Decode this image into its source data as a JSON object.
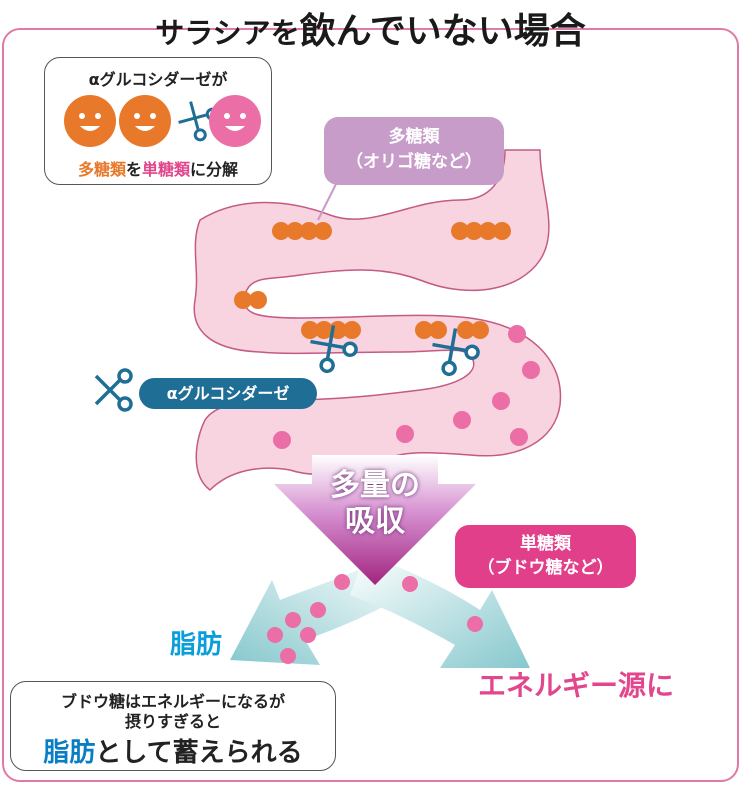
{
  "title": {
    "part1": "サラシアを",
    "part2": "飲んでいない場合"
  },
  "legend": {
    "enzyme": "αグルコシダーゼが",
    "poly": "多糖類",
    "particle1": "を",
    "mono": "単糖類",
    "particle2": "に分解"
  },
  "callout_poly": {
    "line1": "多糖類",
    "line2": "（オリゴ糖など）"
  },
  "enzyme_label": "αグルコシダーゼ",
  "absorb": {
    "line1": "多量の",
    "line2": "吸収"
  },
  "callout_mono": {
    "line1": "単糖類",
    "line2": "（ブドウ糖など）"
  },
  "fat_label": "脂肪",
  "energy_label": "エネルギー源に",
  "note": {
    "line1": "ブドウ糖はエネルギーになるが",
    "line2": "摂りすぎると",
    "emph": "脂肪",
    "rest": "として蓄えられる"
  },
  "colors": {
    "orange": "#e8792b",
    "pink": "#ec6ea6",
    "intestine": "#f7d4e0",
    "enzyme": "#1f6e96",
    "fat": "#0a9edb"
  }
}
